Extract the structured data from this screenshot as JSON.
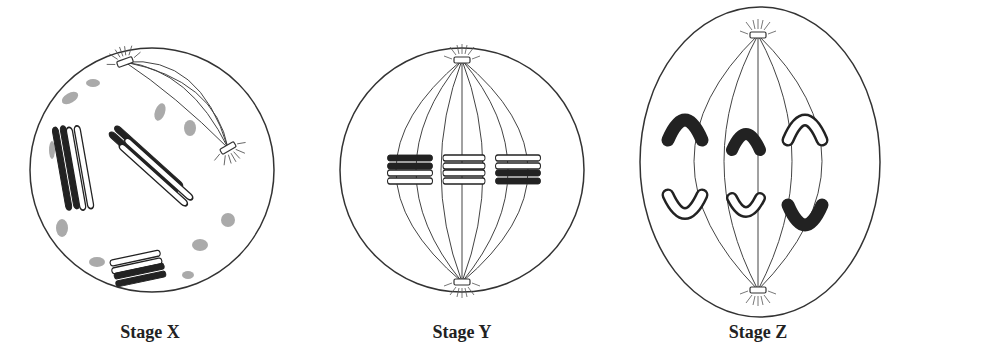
{
  "diagram": {
    "labels": [
      "Stage X",
      "Stage Y",
      "Stage Z"
    ]
  }
}
